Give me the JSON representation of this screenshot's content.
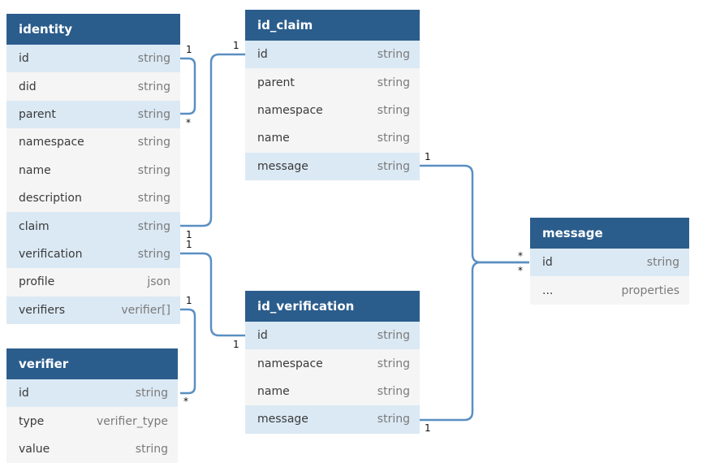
{
  "entities": {
    "identity": {
      "title": "identity",
      "rows": [
        {
          "name": "id",
          "type": "string"
        },
        {
          "name": "did",
          "type": "string"
        },
        {
          "name": "parent",
          "type": "string"
        },
        {
          "name": "namespace",
          "type": "string"
        },
        {
          "name": "name",
          "type": "string"
        },
        {
          "name": "description",
          "type": "string"
        },
        {
          "name": "claim",
          "type": "string"
        },
        {
          "name": "verification",
          "type": "string"
        },
        {
          "name": "profile",
          "type": "json"
        },
        {
          "name": "verifiers",
          "type": "verifier[]"
        }
      ]
    },
    "id_claim": {
      "title": "id_claim",
      "rows": [
        {
          "name": "id",
          "type": "string"
        },
        {
          "name": "parent",
          "type": "string"
        },
        {
          "name": "namespace",
          "type": "string"
        },
        {
          "name": "name",
          "type": "string"
        },
        {
          "name": "message",
          "type": "string"
        }
      ]
    },
    "id_verification": {
      "title": "id_verification",
      "rows": [
        {
          "name": "id",
          "type": "string"
        },
        {
          "name": "namespace",
          "type": "string"
        },
        {
          "name": "name",
          "type": "string"
        },
        {
          "name": "message",
          "type": "string"
        }
      ]
    },
    "verifier": {
      "title": "verifier",
      "rows": [
        {
          "name": "id",
          "type": "string"
        },
        {
          "name": "type",
          "type": "verifier_type"
        },
        {
          "name": "value",
          "type": "string"
        }
      ]
    },
    "message": {
      "title": "message",
      "rows": [
        {
          "name": "id",
          "type": "string"
        },
        {
          "name": "...",
          "type": "properties"
        }
      ]
    }
  },
  "relationships": [
    {
      "from": "identity.id",
      "to": "identity.parent",
      "from_card": "1",
      "to_card": "*"
    },
    {
      "from": "identity.claim",
      "to": "id_claim.id",
      "from_card": "1",
      "to_card": "1"
    },
    {
      "from": "identity.verification",
      "to": "id_verification.id",
      "from_card": "1",
      "to_card": "1"
    },
    {
      "from": "identity.verifiers",
      "to": "verifier.id",
      "from_card": "1",
      "to_card": "*"
    },
    {
      "from": "id_claim.message",
      "to": "message.id",
      "from_card": "1",
      "to_card": "*"
    },
    {
      "from": "id_verification.message",
      "to": "message.id",
      "from_card": "1",
      "to_card": "*"
    }
  ],
  "colors": {
    "header": "#2b5d8c",
    "highlight_row": "#dbe9f4",
    "row": "#f5f5f5",
    "connector": "#5a8fc2"
  }
}
